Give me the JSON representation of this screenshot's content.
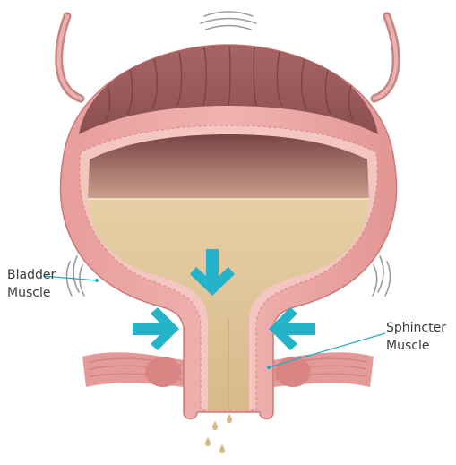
{
  "labels": {
    "bladder": [
      "Bladder",
      "Muscle"
    ],
    "sphincter": [
      "Sphincter",
      "Muscle"
    ]
  },
  "colors": {
    "muscle_light": "#e9a3a0",
    "muscle_dark": "#b66a6b",
    "lining": "#f3c6c2",
    "urine": "#e2c79b",
    "urine_light": "#e9d3ae",
    "interior": "#8a5253",
    "arrow": "#25b3c9",
    "leader_line": "#26a9c8",
    "motion_lines": "#9a9a9a"
  },
  "icons": {
    "down_arrow": "down-arrow-icon",
    "left_arrow": "squeeze-left-arrow-icon",
    "right_arrow": "squeeze-right-arrow-icon"
  }
}
